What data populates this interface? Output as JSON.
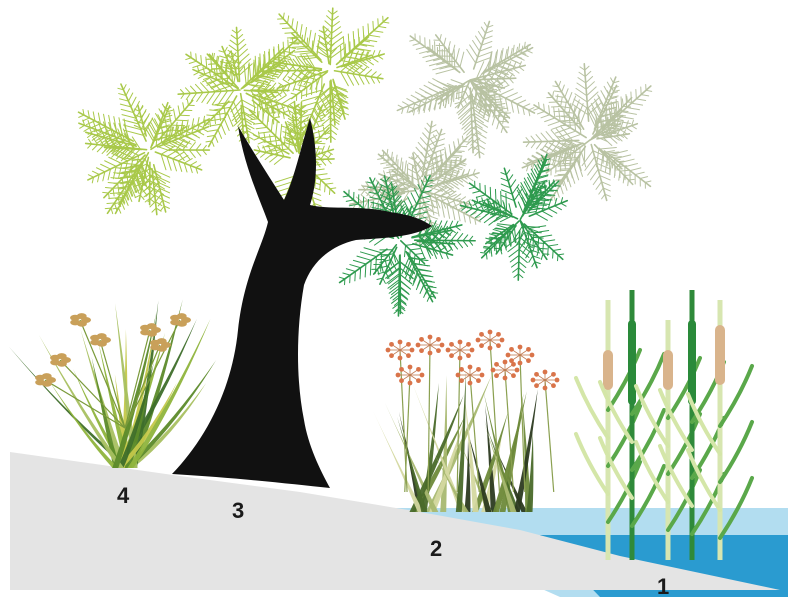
{
  "zones": [
    {
      "id": "4",
      "label": "4"
    },
    {
      "id": "3",
      "label": "3"
    },
    {
      "id": "2",
      "label": "2"
    },
    {
      "id": "1",
      "label": "1"
    }
  ],
  "colors": {
    "ground": "#e4e4e4",
    "water_deep": "#2a9bd0",
    "water_shallow": "#b2ddf0",
    "trunk": "#111111",
    "canopy_light": "#a9c94a",
    "canopy_pale": "#b8c2a2",
    "canopy_dark": "#2e9a4e",
    "reed_green": "#2f8a3a",
    "cattail_head": "#d9b48c",
    "flower_orange": "#d9744a"
  }
}
